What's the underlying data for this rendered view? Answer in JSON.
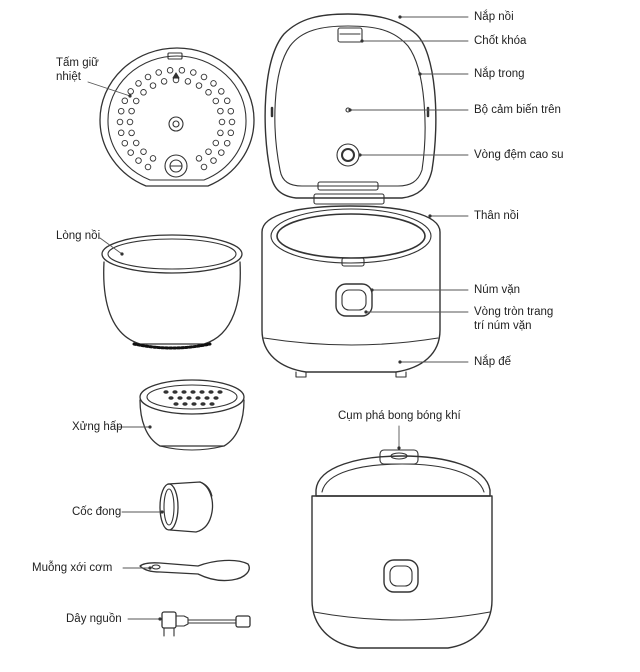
{
  "labels": {
    "lid": "Nắp nồi",
    "lock_latch": "Chốt khóa",
    "inner_lid": "Nắp trong",
    "top_sensor": "Bộ cảm biến trên",
    "rubber_gasket": "Vòng đệm cao su",
    "body": "Thân nồi",
    "knob": "Núm vặn",
    "knob_ring": "Vòng tròn trang trí núm vặn",
    "base_cover": "Nắp đế",
    "heat_plate": "Tấm giữ nhiệt",
    "inner_pot": "Lòng nồi",
    "steamer": "Xửng hấp",
    "measuring_cup": "Cốc đong",
    "rice_paddle": "Muỗng xới cơm",
    "power_cord": "Dây nguồn",
    "steam_vent": "Cụm phá bong bóng khí"
  }
}
